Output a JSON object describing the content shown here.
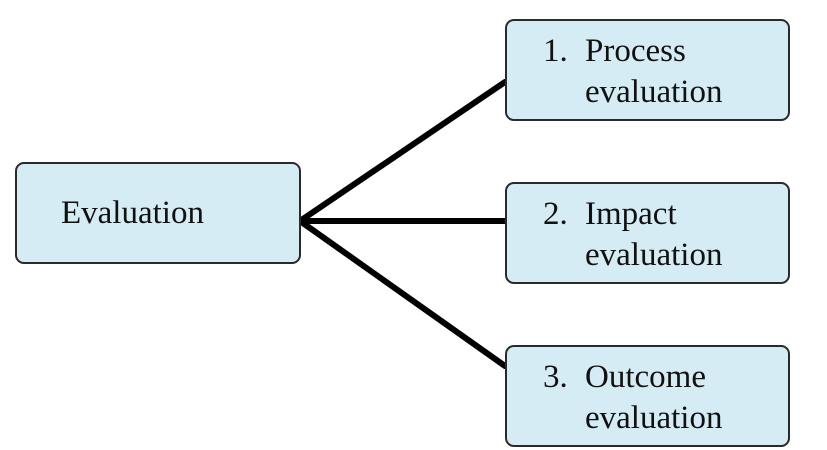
{
  "diagram": {
    "root": {
      "label": "Evaluation"
    },
    "children": [
      {
        "number": "1.",
        "line1": "Process",
        "line2": "evaluation"
      },
      {
        "number": "2.",
        "line1": "Impact",
        "line2": "evaluation"
      },
      {
        "number": "3.",
        "line1": "Outcome",
        "line2": "evaluation"
      }
    ]
  },
  "colors": {
    "box_fill": "#d5ecf5",
    "box_border": "#2a2a2a",
    "connector": "#000000"
  }
}
